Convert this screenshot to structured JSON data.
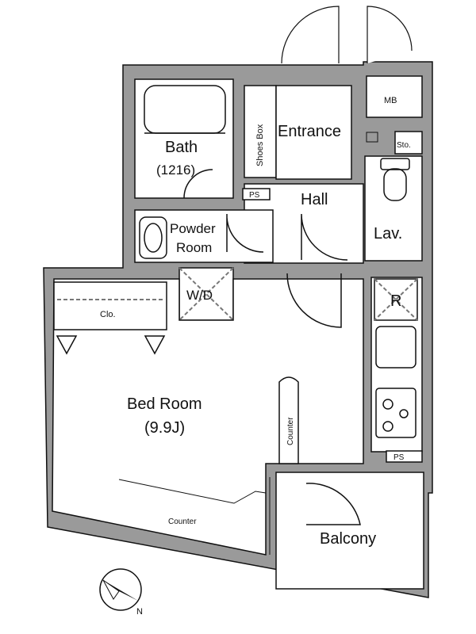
{
  "rooms": {
    "bath": "Bath",
    "bath_size": "(1216)",
    "shoes_box": "Shoes Box",
    "entrance": "Entrance",
    "mb": "MB",
    "sto": "Sto.",
    "hall": "Hall",
    "lav": "Lav.",
    "powder_line1": "Powder",
    "powder_line2": "Room",
    "wd": "W/D",
    "r": "R",
    "clo": "Clo.",
    "bed_room": "Bed Room",
    "bed_size": "(9.9J)",
    "counter_vertical": "Counter",
    "counter_bottom": "Counter",
    "balcony": "Balcony",
    "ps_top": "PS",
    "ps_kitchen": "PS",
    "compass_n": "N"
  }
}
